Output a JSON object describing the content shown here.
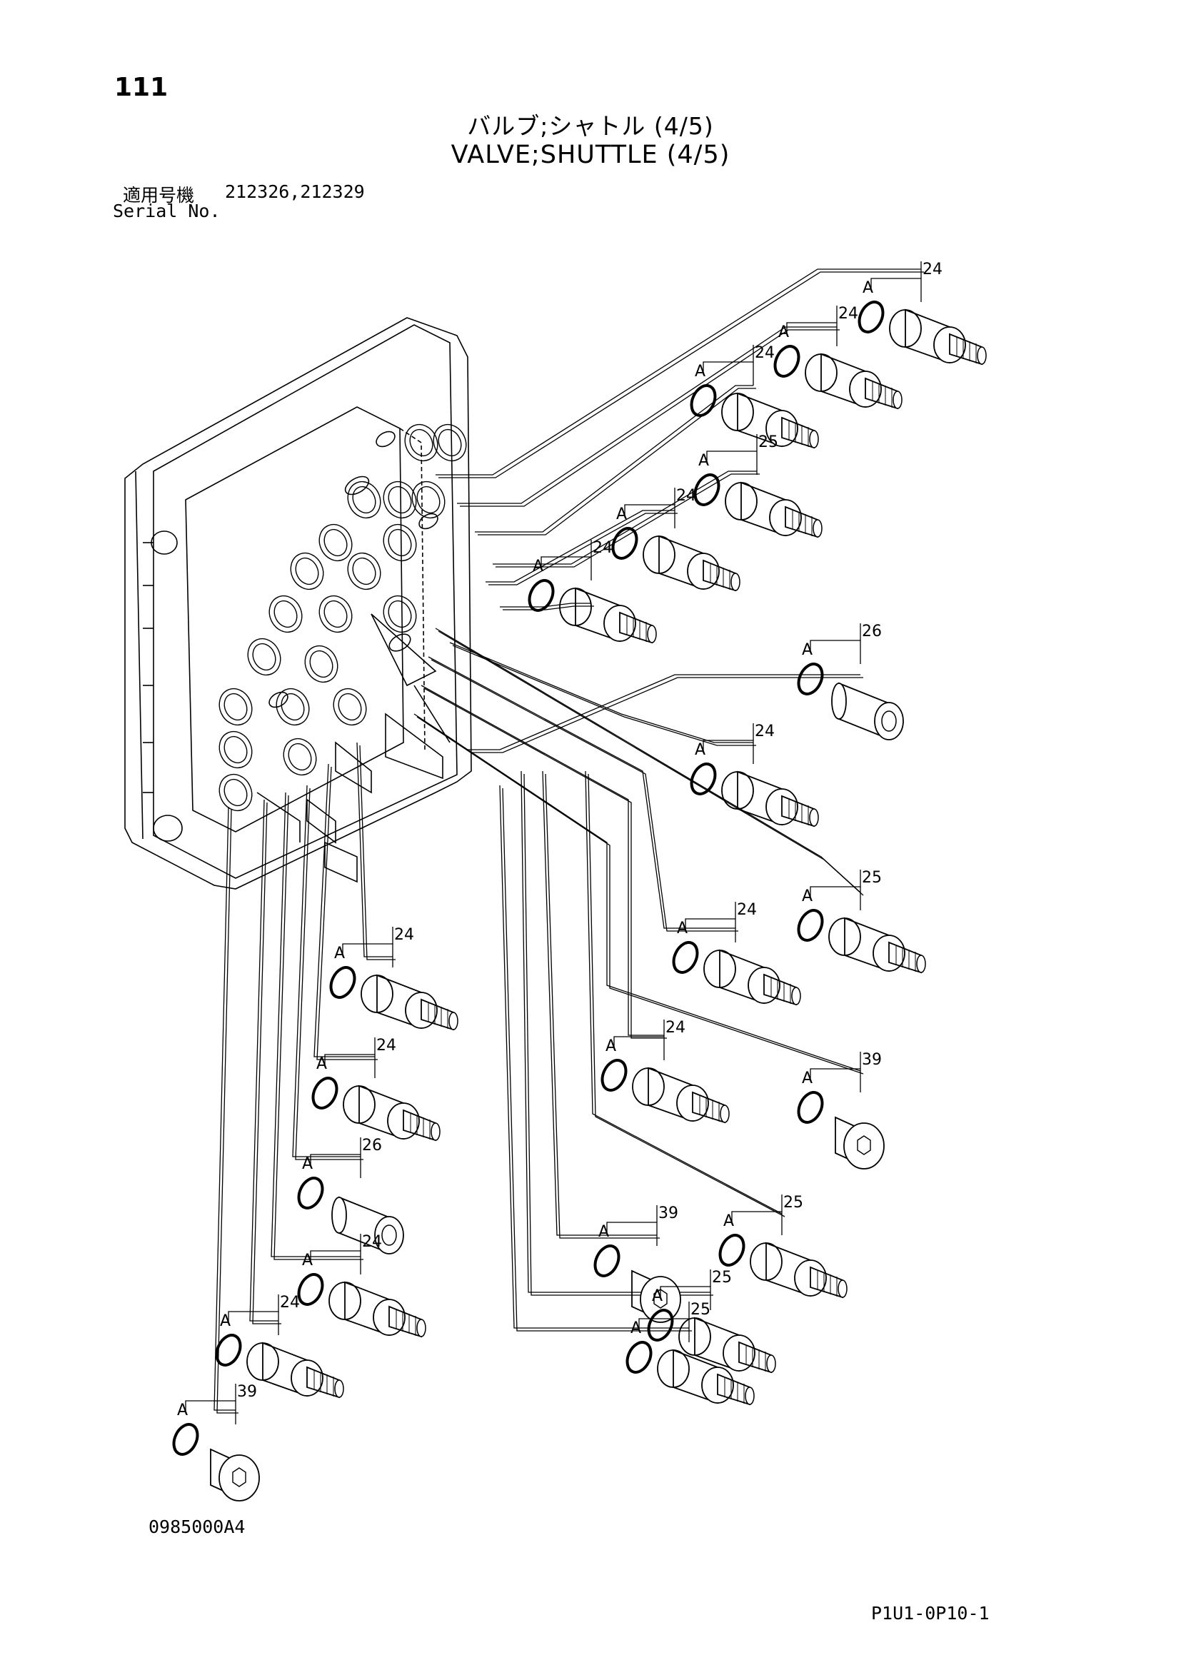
{
  "header": {
    "page_number": "111",
    "title_jp": "バルブ;シャトル (4/5)",
    "title_en": "VALVE;SHUTTLE (4/5)",
    "serial_label_jp": "適用号機",
    "serial_label_en": "Serial No.",
    "serial_values": "212326,212329"
  },
  "footer": {
    "illustration_code": "0985000A4",
    "page_code": "P1U1-0P10-1"
  },
  "callouts": [
    {
      "part": "24",
      "oring": "A",
      "type": "fitting"
    },
    {
      "part": "24",
      "oring": "A",
      "type": "fitting"
    },
    {
      "part": "24",
      "oring": "A",
      "type": "fitting"
    },
    {
      "part": "25",
      "oring": "A",
      "type": "fitting"
    },
    {
      "part": "24",
      "oring": "A",
      "type": "fitting"
    },
    {
      "part": "24",
      "oring": "A",
      "type": "fitting"
    },
    {
      "part": "26",
      "oring": "A",
      "type": "female"
    },
    {
      "part": "24",
      "oring": "A",
      "type": "fitting"
    },
    {
      "part": "25",
      "oring": "A",
      "type": "fitting"
    },
    {
      "part": "24",
      "oring": "A",
      "type": "fitting"
    },
    {
      "part": "24",
      "oring": "A",
      "type": "fitting"
    },
    {
      "part": "39",
      "oring": "A",
      "type": "plug"
    },
    {
      "part": "24",
      "oring": "A",
      "type": "fitting"
    },
    {
      "part": "24",
      "oring": "A",
      "type": "fitting"
    },
    {
      "part": "26",
      "oring": "A",
      "type": "female"
    },
    {
      "part": "39",
      "oring": "A",
      "type": "plug"
    },
    {
      "part": "25",
      "oring": "A",
      "type": "fitting"
    },
    {
      "part": "24",
      "oring": "A",
      "type": "fitting"
    },
    {
      "part": "25",
      "oring": "A",
      "type": "fitting"
    },
    {
      "part": "24",
      "oring": "A",
      "type": "fitting"
    },
    {
      "part": "25",
      "oring": "A",
      "type": "fitting"
    },
    {
      "part": "39",
      "oring": "A",
      "type": "plug"
    }
  ]
}
